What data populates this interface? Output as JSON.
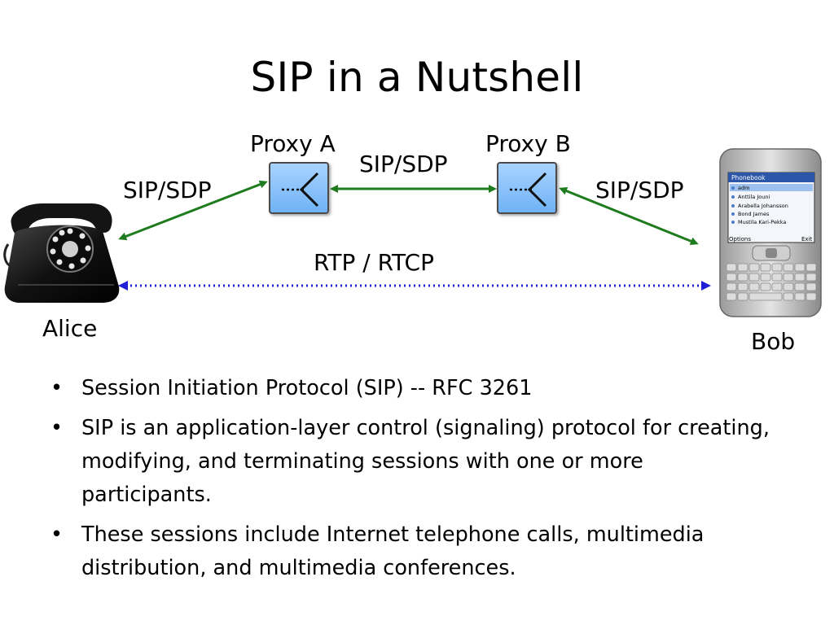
{
  "slide": {
    "title": "SIP in a Nutshell",
    "diagram": {
      "proxy_a_label": "Proxy A",
      "proxy_b_label": "Proxy B",
      "sip_sdp_left": "SIP/SDP",
      "sip_sdp_middle": "SIP/SDP",
      "sip_sdp_right": "SIP/SDP",
      "rtp_rtcp": "RTP / RTCP",
      "alice_label": "Alice",
      "bob_label": "Bob",
      "phone_screen": {
        "header": "Phonebook",
        "entries": [
          "adm",
          "Anttila Jouni",
          "Arabella Johansson",
          "Bond James",
          "Mustila Kari-Pekka"
        ],
        "softkey_left": "Options",
        "softkey_right": "Exit"
      },
      "colors": {
        "signaling_arrow": "#1e7b1e",
        "media_arrow": "#1f1fd6",
        "proxy_fill": "#8cc4fb"
      },
      "icons": {
        "alice_device": "rotary-telephone-icon",
        "bob_device": "mobile-phone-icon",
        "proxy": "proxy-router-icon"
      }
    },
    "bullets": [
      "Session Initiation Protocol (SIP) -- RFC 3261",
      "SIP is an application-layer control (signaling) protocol for creating, modifying, and terminating sessions with one or more participants.",
      "These sessions include Internet telephone calls, multimedia distribution, and multimedia conferences."
    ]
  }
}
